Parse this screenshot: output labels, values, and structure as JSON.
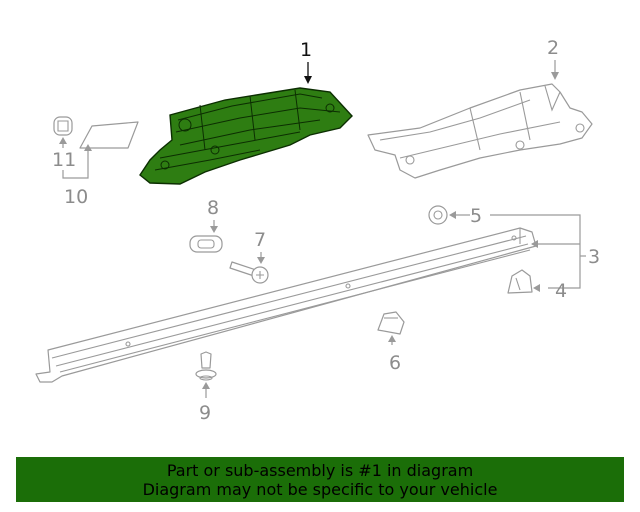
{
  "diagram": {
    "callouts": [
      {
        "id": "1",
        "text": "1"
      },
      {
        "id": "2",
        "text": "2"
      },
      {
        "id": "3",
        "text": "3"
      },
      {
        "id": "4",
        "text": "4"
      },
      {
        "id": "5",
        "text": "5"
      },
      {
        "id": "6",
        "text": "6"
      },
      {
        "id": "7",
        "text": "7"
      },
      {
        "id": "8",
        "text": "8"
      },
      {
        "id": "9",
        "text": "9"
      },
      {
        "id": "10",
        "text": "10"
      },
      {
        "id": "11",
        "text": "11"
      }
    ],
    "highlight_color": "#1b6e08",
    "part_line_color": "#9a9a9a"
  },
  "banner": {
    "line1": "Part or sub-assembly is #1 in diagram",
    "line2": "Diagram may not be specific to your vehicle",
    "background": "#1b6e08"
  }
}
